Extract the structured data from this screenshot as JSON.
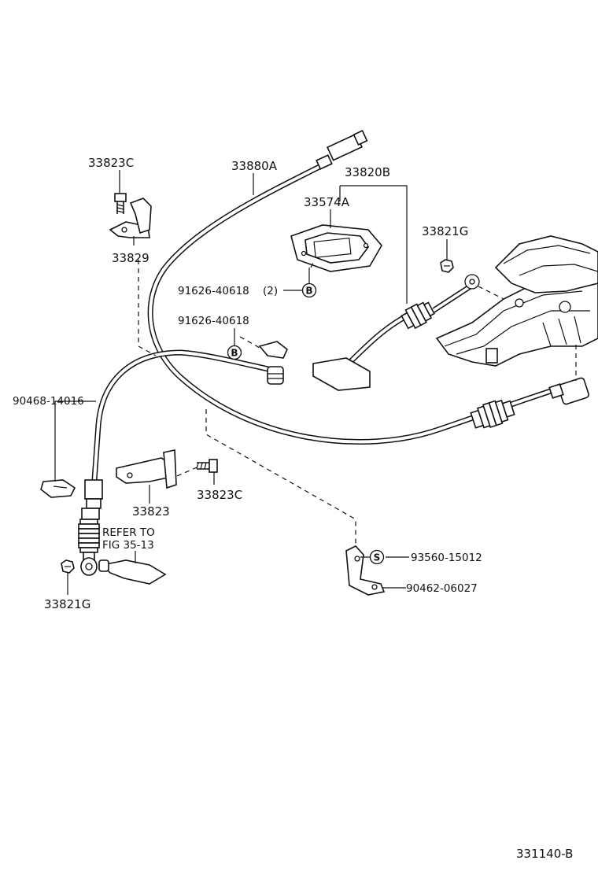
{
  "diagram": {
    "figure_code": "331140-B",
    "labels": {
      "l_33823C_top": "33823C",
      "l_33880A": "33880A",
      "l_33820B": "33820B",
      "l_33574A": "33574A",
      "l_33821G_right": "33821G",
      "l_33829": "33829",
      "l_91626_2": "91626-40618",
      "l_qty_2": "(2)",
      "l_91626": "91626-40618",
      "l_90468": "90468-14016",
      "l_33823": "33823",
      "l_33823C_bottom": "33823C",
      "l_refer": "REFER TO",
      "l_fig": "FIG 35-13",
      "l_33821G_left": "33821G",
      "l_93560": "93560-15012",
      "l_90462": "90462-06027"
    },
    "callouts": {
      "b1": "B",
      "b2": "B",
      "s1": "S"
    }
  }
}
